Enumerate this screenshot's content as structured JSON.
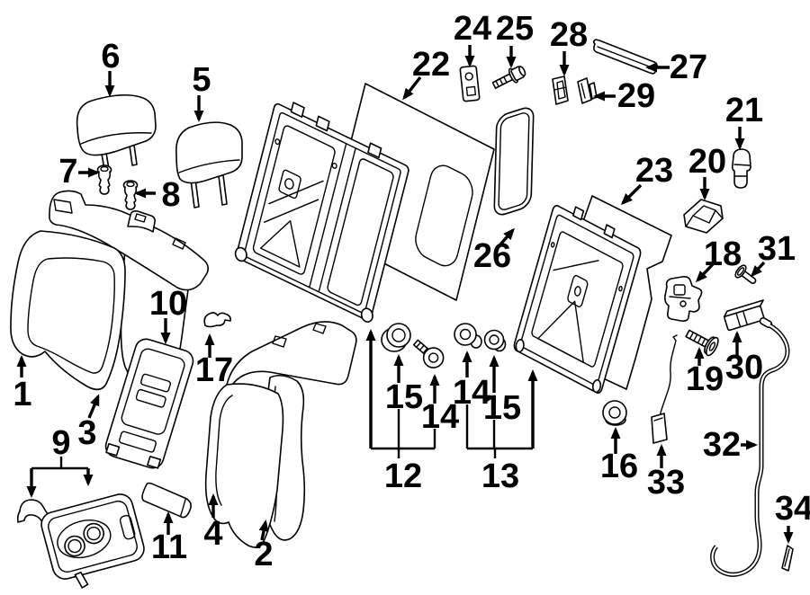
{
  "colors": {
    "background": "#ffffff",
    "line_art": "#000000"
  },
  "callouts": {
    "c1": {
      "label": "1"
    },
    "c2": {
      "label": "2"
    },
    "c3": {
      "label": "3"
    },
    "c4": {
      "label": "4"
    },
    "c5": {
      "label": "5"
    },
    "c6": {
      "label": "6"
    },
    "c7": {
      "label": "7"
    },
    "c8": {
      "label": "8"
    },
    "c9": {
      "label": "9"
    },
    "c10": {
      "label": "10"
    },
    "c11": {
      "label": "11"
    },
    "c12": {
      "label": "12"
    },
    "c13": {
      "label": "13"
    },
    "c14a": {
      "label": "14"
    },
    "c14b": {
      "label": "14"
    },
    "c15a": {
      "label": "15"
    },
    "c15b": {
      "label": "15"
    },
    "c16": {
      "label": "16"
    },
    "c17": {
      "label": "17"
    },
    "c18": {
      "label": "18"
    },
    "c19": {
      "label": "19"
    },
    "c20": {
      "label": "20"
    },
    "c21": {
      "label": "21"
    },
    "c22": {
      "label": "22"
    },
    "c23": {
      "label": "23"
    },
    "c24": {
      "label": "24"
    },
    "c25": {
      "label": "25"
    },
    "c26": {
      "label": "26"
    },
    "c27": {
      "label": "27"
    },
    "c28": {
      "label": "28"
    },
    "c29": {
      "label": "29"
    },
    "c30": {
      "label": "30"
    },
    "c31": {
      "label": "31"
    },
    "c32": {
      "label": "32"
    },
    "c33": {
      "label": "33"
    },
    "c34": {
      "label": "34"
    }
  }
}
